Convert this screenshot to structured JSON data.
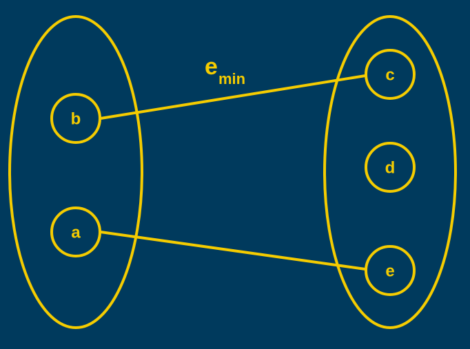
{
  "colors": {
    "background": "#003a5d",
    "accent": "#f5cc00"
  },
  "nodes": {
    "a": "a",
    "b": "b",
    "c": "c",
    "d": "d",
    "e": "e"
  },
  "edge_label": {
    "main": "e",
    "subscript": "min"
  }
}
